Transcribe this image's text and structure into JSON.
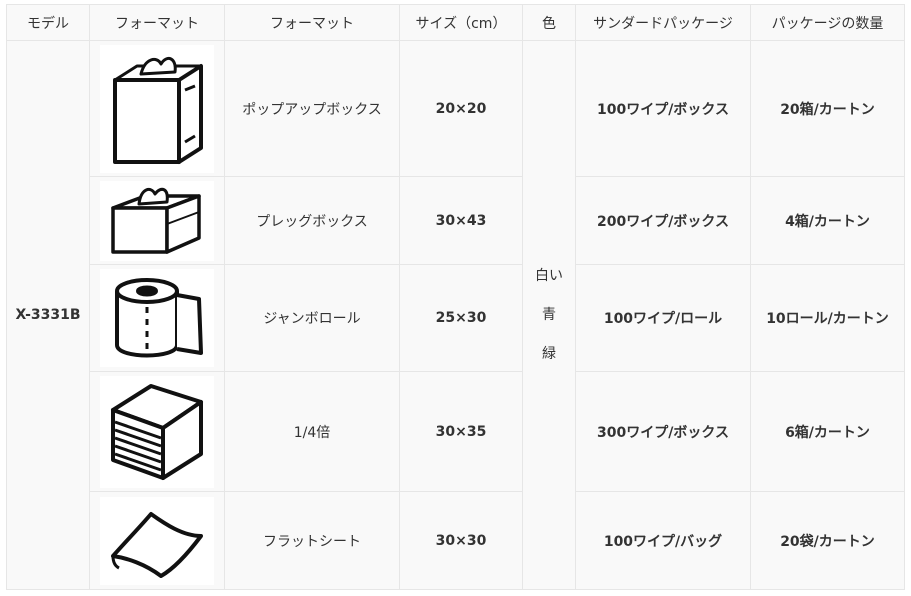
{
  "headers": [
    "モデル",
    "フォーマット",
    "フォーマット",
    "サイズ（cm）",
    "色",
    "サンダードパッケージ",
    "パッケージの数量"
  ],
  "model": "X-3331B",
  "colors": [
    "白い",
    "青",
    "緑"
  ],
  "rows": [
    {
      "icon": "pop-up-box-icon",
      "format": "ポップアップボックス",
      "size": "20×20",
      "package": "100ワイプ/ボックス",
      "quantity": "20箱/カートン"
    },
    {
      "icon": "tissue-box-icon",
      "format": "プレッグボックス",
      "size": "30×43",
      "package": "200ワイプ/ボックス",
      "quantity": "4箱/カートン"
    },
    {
      "icon": "jumbo-roll-icon",
      "format": "ジャンボロール",
      "size": "25×30",
      "package": "100ワイプ/ロール",
      "quantity": "10ロール/カートン"
    },
    {
      "icon": "folded-stack-icon",
      "format": "1/4倍",
      "size": "30×35",
      "package": "300ワイプ/ボックス",
      "quantity": "6箱/カートン"
    },
    {
      "icon": "flat-sheet-icon",
      "format": "フラットシート",
      "size": "30×30",
      "package": "100ワイプ/バッグ",
      "quantity": "20袋/カートン"
    }
  ]
}
